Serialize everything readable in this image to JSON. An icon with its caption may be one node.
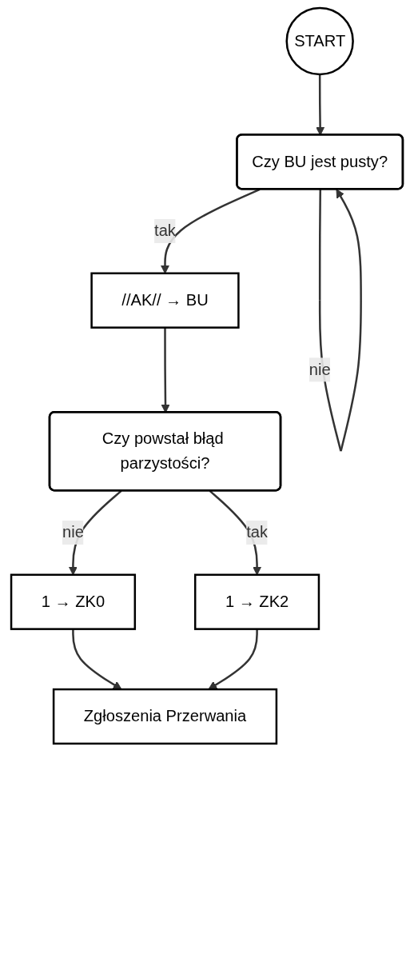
{
  "diagram": {
    "nodes": [
      {
        "text": [
          "START"
        ]
      },
      {
        "text": [
          "Czy BU jest pusty?"
        ]
      },
      {
        "text": [
          "//AK// → BU"
        ]
      },
      {
        "text": [
          "Czy powstał błąd parzystości?"
        ]
      },
      {
        "text": [
          "1 → ZK0"
        ]
      },
      {
        "text": [
          "1 → ZK2"
        ]
      },
      {
        "text": [
          "Zgłoszenia Przerwania"
        ]
      }
    ],
    "edges": [
      {
        "from": 0,
        "to": 1,
        "arrow": "to"
      },
      {
        "from": 1,
        "to": 1,
        "label": "nie",
        "arrow": "to"
      },
      {
        "from": 1,
        "to": 2,
        "label": "tak",
        "arrow": "to"
      },
      {
        "from": 2,
        "to": 3,
        "arrow": "to"
      },
      {
        "from": 3,
        "to": 4,
        "label": "nie",
        "arrow": "to"
      },
      {
        "from": 3,
        "to": 5,
        "label": "tak",
        "arrow": "to"
      },
      {
        "from": 4,
        "to": 6,
        "arrow": "to"
      },
      {
        "from": 5,
        "to": 6,
        "arrow": "to"
      }
    ]
  }
}
